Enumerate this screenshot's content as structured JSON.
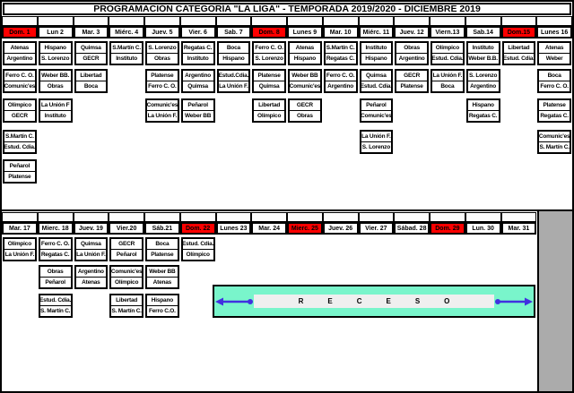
{
  "title": "PROGRAMACIÓN CATEGORÍA \"LA LIGA\" - TEMPORADA 2019/2020 - DICIEMBRE 2019",
  "colors": {
    "holiday_red": "#FF0000",
    "receso_fill": "#79F5CB",
    "receso_strip": "#EFEFEF",
    "arrow_blue": "#4130E0",
    "gray_block": "#ABABAB"
  },
  "receso": {
    "label": "RECESO"
  },
  "sections": [
    {
      "days": [
        {
          "label": "Dom. 1",
          "red": true
        },
        {
          "label": "Lun 2",
          "red": false
        },
        {
          "label": "Mar. 3",
          "red": false
        },
        {
          "label": "Miérc. 4",
          "red": false
        },
        {
          "label": "Juev. 5",
          "red": false
        },
        {
          "label": "Vier. 6",
          "red": false
        },
        {
          "label": "Sab. 7",
          "red": false
        },
        {
          "label": "Dom. 8",
          "red": true
        },
        {
          "label": "Lunes 9",
          "red": false
        },
        {
          "label": "Mar. 10",
          "red": false
        },
        {
          "label": "Miérc. 11",
          "red": false
        },
        {
          "label": "Juev. 12",
          "red": false
        },
        {
          "label": "Viern.13",
          "red": false
        },
        {
          "label": "Sab.14",
          "red": false
        },
        {
          "label": "Dom.15",
          "red": true
        },
        {
          "label": "Lunes 16",
          "red": false
        }
      ],
      "rows": [
        [
          {
            "col": 1,
            "home": "Atenas",
            "away": "Argentino"
          },
          {
            "col": 2,
            "home": "Hispano",
            "away": "S. Lorenzo"
          },
          {
            "col": 3,
            "home": "Quimsa",
            "away": "GECR"
          },
          {
            "col": 4,
            "home": "S.Martín C.",
            "away": "Instituto"
          },
          {
            "col": 5,
            "home": "S. Lorenzo",
            "away": "Obras"
          },
          {
            "col": 6,
            "home": "Regatas C.",
            "away": "Instituto"
          },
          {
            "col": 7,
            "home": "Boca",
            "away": "Hispano"
          },
          {
            "col": 8,
            "home": "Ferro C. O.",
            "away": "S. Lorenzo"
          },
          {
            "col": 9,
            "home": "Atenas",
            "away": "Hispano"
          },
          {
            "col": 10,
            "home": "S.Martín C.",
            "away": "Regatas C."
          },
          {
            "col": 11,
            "home": "Instituto",
            "away": "Hispano"
          },
          {
            "col": 12,
            "home": "Obras",
            "away": "Argentino"
          },
          {
            "col": 13,
            "home": "Olímpico",
            "away": "Estud. Cdia."
          },
          {
            "col": 14,
            "home": "Instituto",
            "away": "Weber B.B."
          },
          {
            "col": 15,
            "home": "Libertad",
            "away": "Estud. Cdia."
          },
          {
            "col": 16,
            "home": "Atenas",
            "away": "Weber"
          }
        ],
        [
          {
            "col": 1,
            "home": "Ferro C. O.",
            "away": "Comunic'es"
          },
          {
            "col": 2,
            "home": "Weber BB.",
            "away": "Obras"
          },
          {
            "col": 3,
            "home": "Libertad",
            "away": "Boca"
          },
          {
            "col": 5,
            "home": "Platense",
            "away": "Ferro C. O."
          },
          {
            "col": 6,
            "home": "Argentino",
            "away": "Quimsa"
          },
          {
            "col": 7,
            "home": "Estud.Cdia.",
            "away": "La Unión F."
          },
          {
            "col": 8,
            "home": "Platense",
            "away": "Quimsa"
          },
          {
            "col": 9,
            "home": "Weber BB",
            "away": "Comunic'es"
          },
          {
            "col": 10,
            "home": "Ferro C. O.",
            "away": "Argentino"
          },
          {
            "col": 11,
            "home": "Quimsa",
            "away": "Estud. Cdia."
          },
          {
            "col": 12,
            "home": "GECR",
            "away": "Platense"
          },
          {
            "col": 13,
            "home": "La Unión F.",
            "away": "Boca"
          },
          {
            "col": 14,
            "home": "S. Lorenzo",
            "away": "Argentino"
          },
          {
            "col": 16,
            "home": "Boca",
            "away": "Ferro C. O."
          }
        ],
        [
          {
            "col": 1,
            "home": "Olímpico",
            "away": "GECR"
          },
          {
            "col": 2,
            "home": "La Unión F",
            "away": "Instituto"
          },
          {
            "col": 5,
            "home": "Comunic'es",
            "away": "La Unión F."
          },
          {
            "col": 6,
            "home": "Peñarol",
            "away": "Weber BB"
          },
          {
            "col": 8,
            "home": "Libertad",
            "away": "Olímpico"
          },
          {
            "col": 9,
            "home": "GECR",
            "away": "Obras"
          },
          {
            "col": 11,
            "home": "Peñarol",
            "away": "Comunic'es"
          },
          {
            "col": 14,
            "home": "Hispano",
            "away": "Regatas C."
          },
          {
            "col": 16,
            "home": "Platense",
            "away": "Regatas C."
          }
        ],
        [
          {
            "col": 1,
            "home": "S.Martín C.",
            "away": "Estud. Cdia."
          },
          {
            "col": 11,
            "home": "La Unión F.",
            "away": "S. Lorenzo"
          },
          {
            "col": 16,
            "home": "Comunic'es",
            "away": "S. Martín C."
          }
        ],
        [
          {
            "col": 1,
            "home": "Peñarol",
            "away": "Platense"
          }
        ]
      ]
    },
    {
      "days": [
        {
          "label": "Mar. 17",
          "red": false
        },
        {
          "label": "Mierc. 18",
          "red": false
        },
        {
          "label": "Juev. 19",
          "red": false
        },
        {
          "label": "Vier.20",
          "red": false
        },
        {
          "label": "Sáb.21",
          "red": false
        },
        {
          "label": "Dom. 22",
          "red": true
        },
        {
          "label": "Lunes 23",
          "red": false
        },
        {
          "label": "Mar. 24",
          "red": false
        },
        {
          "label": "Mierc. 25",
          "red": true
        },
        {
          "label": "Juev. 26",
          "red": false
        },
        {
          "label": "Vier. 27",
          "red": false
        },
        {
          "label": "Sábad. 28",
          "red": false
        },
        {
          "label": "Dom. 29",
          "red": true
        },
        {
          "label": "Lun. 30",
          "red": false
        },
        {
          "label": "Mar. 31",
          "red": false
        }
      ],
      "rows": [
        [
          {
            "col": 1,
            "home": "Olímpico",
            "away": "La Unión F."
          },
          {
            "col": 2,
            "home": "Ferro C. O.",
            "away": "Regatas C."
          },
          {
            "col": 3,
            "home": "Quimsa",
            "away": "La Unión F."
          },
          {
            "col": 4,
            "home": "GECR",
            "away": "Peñarol"
          },
          {
            "col": 5,
            "home": "Boca",
            "away": "Platense"
          },
          {
            "col": 6,
            "home": "Estud. Cdia.",
            "away": "Olímpico"
          }
        ],
        [
          {
            "col": 2,
            "home": "Obras",
            "away": "Peñarol"
          },
          {
            "col": 3,
            "home": "Argentino",
            "away": "Atenas"
          },
          {
            "col": 4,
            "home": "Comunic'es",
            "away": "Olímpico"
          },
          {
            "col": 5,
            "home": "Weber BB",
            "away": "Atenas"
          }
        ],
        [
          {
            "col": 2,
            "home": "Estud. Cdia.",
            "away": "S. Martín C."
          },
          {
            "col": 4,
            "home": "Libertad",
            "away": "S. Martín C."
          },
          {
            "col": 5,
            "home": "Hispano",
            "away": "Ferro C.O."
          }
        ]
      ]
    }
  ]
}
